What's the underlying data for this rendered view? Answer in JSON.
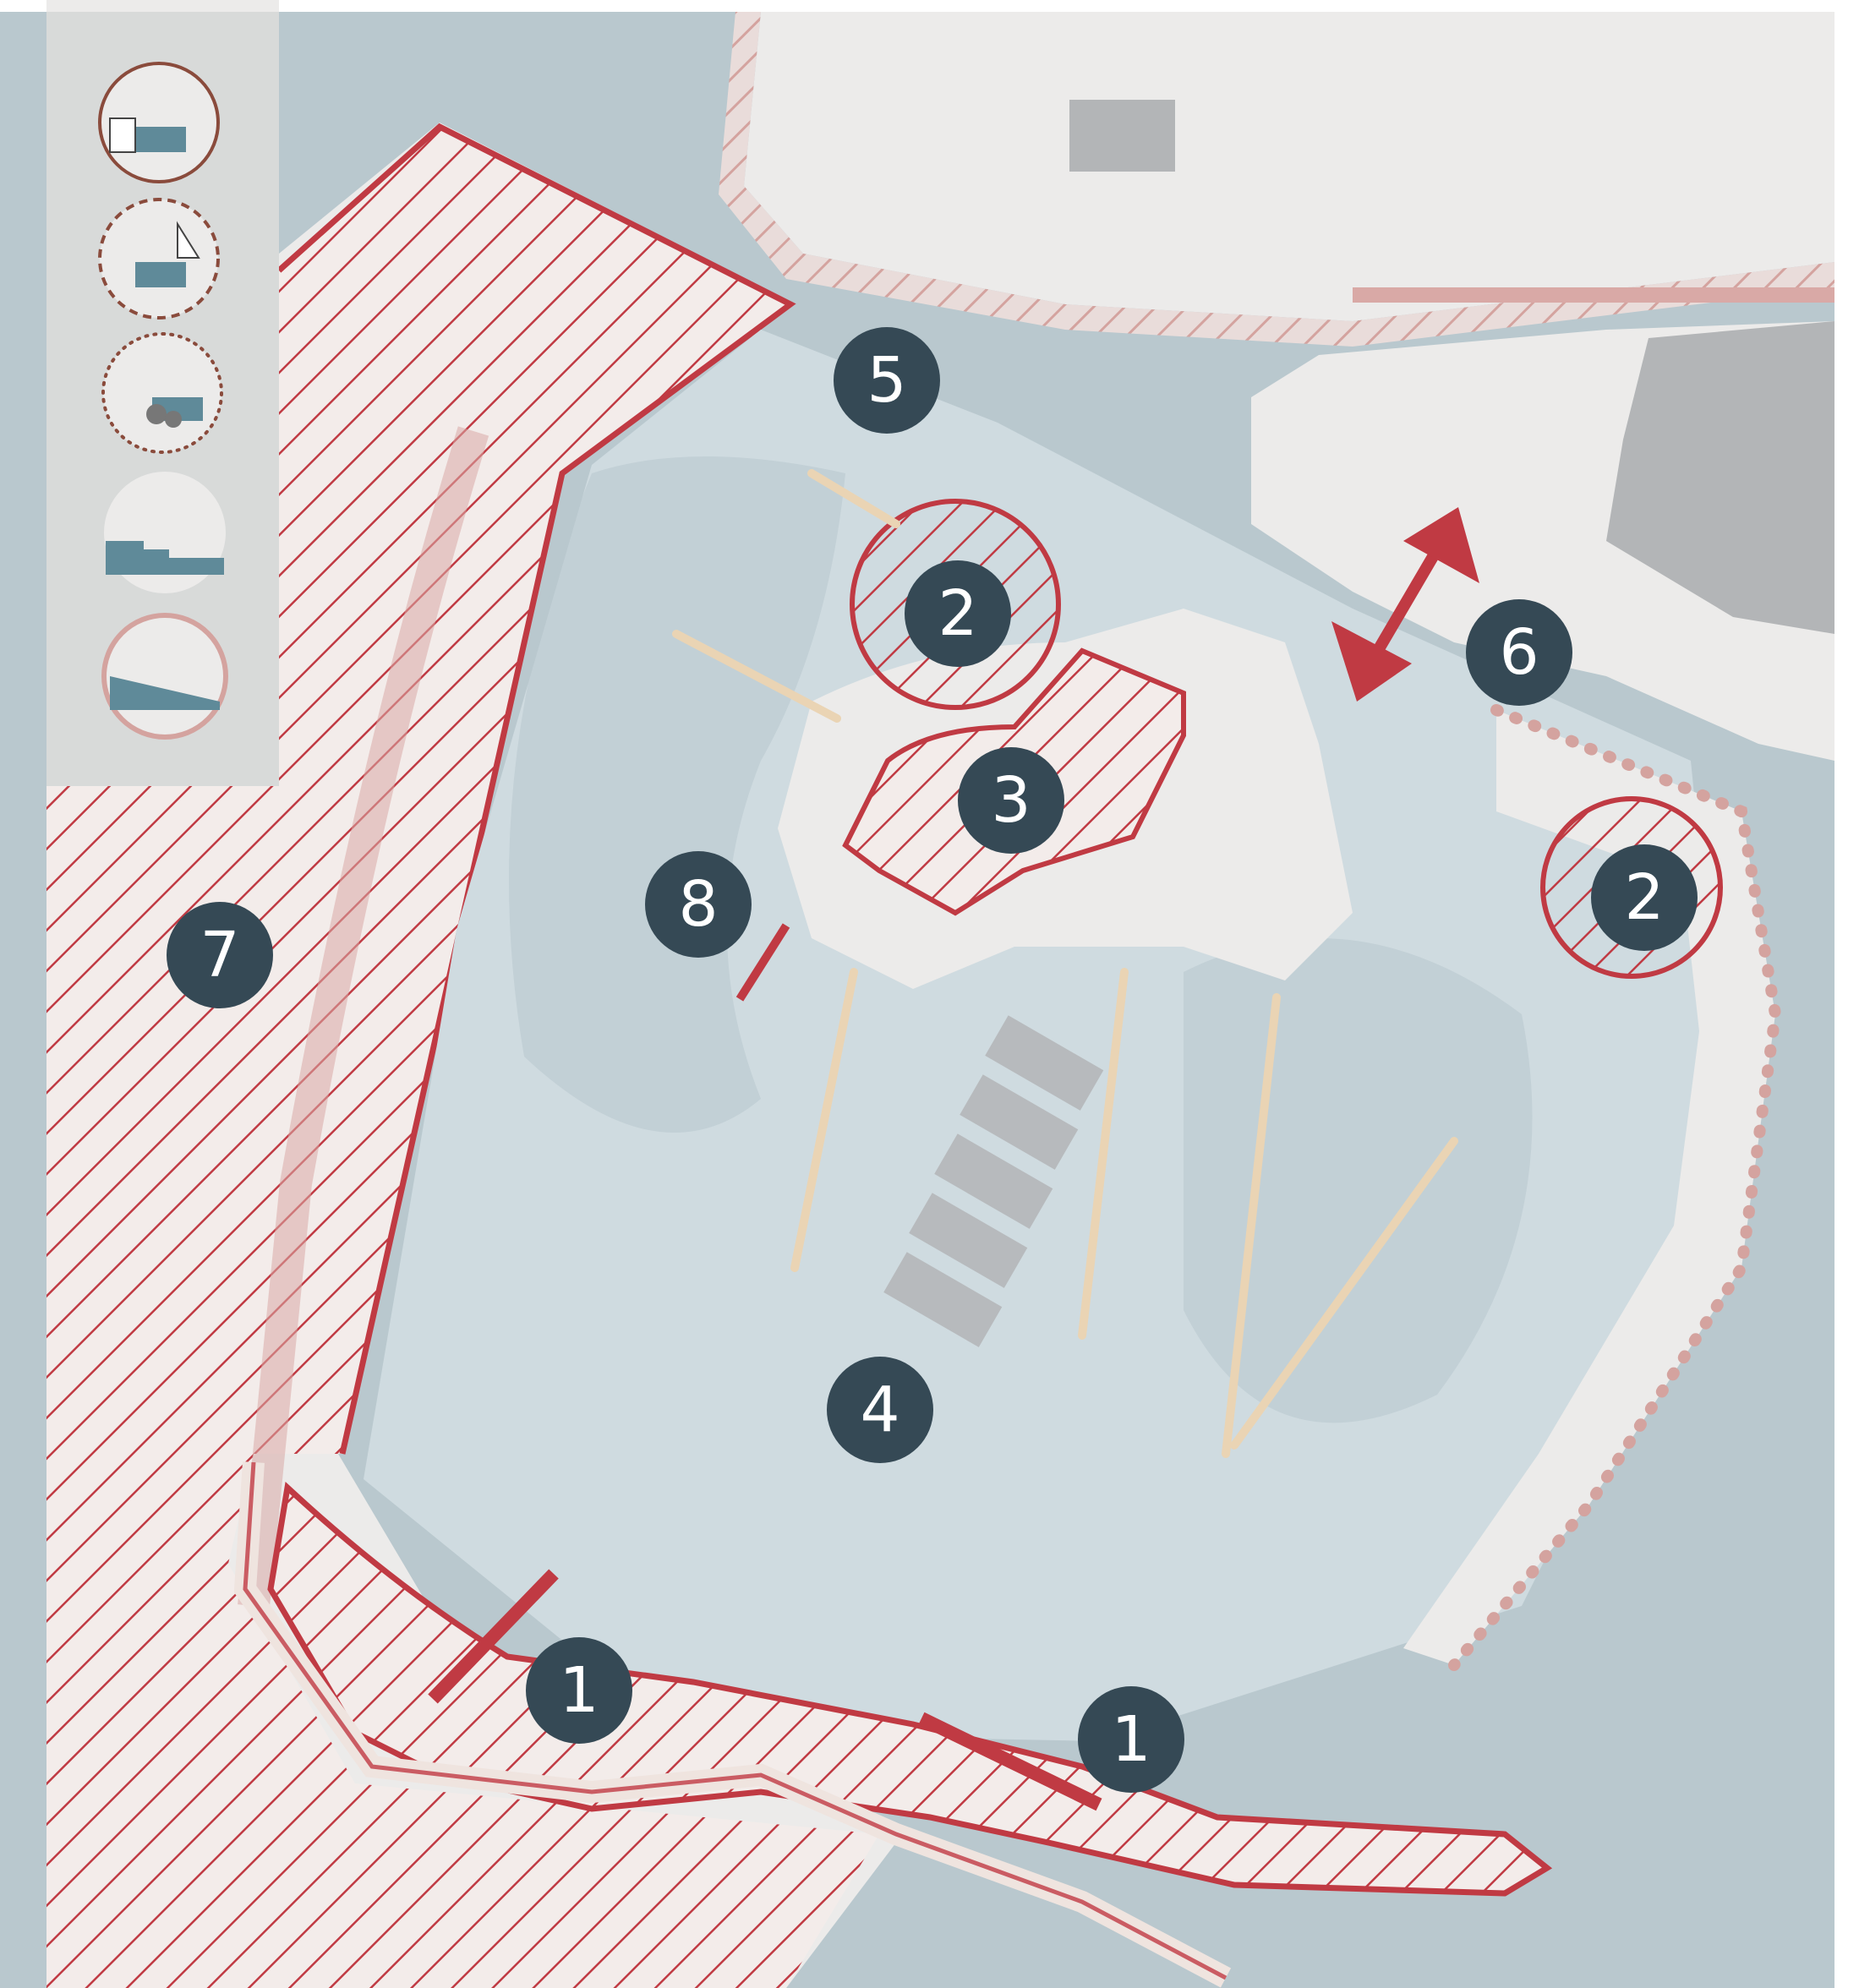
{
  "map": {
    "colors": {
      "water_deep": "#b9c8ce",
      "water_light": "#cfdbe0",
      "land": "#ecebea",
      "accent_red": "#c03a43",
      "pale_red": "#d9a9a6",
      "marker_fill": "#354955",
      "pier": "#ead4b4",
      "building": "#b3b5b7",
      "legend_bg": "#d8dad9"
    },
    "legend": {
      "items": [
        {
          "icon": "quay-boat-icon",
          "border": "solid"
        },
        {
          "icon": "sailboat-quay-icon",
          "border": "dashed"
        },
        {
          "icon": "rock-shore-icon",
          "border": "dotted"
        },
        {
          "icon": "stepped-shore-icon",
          "border": "none"
        },
        {
          "icon": "gentle-slope-shore-icon",
          "border": "pale-solid"
        }
      ]
    },
    "markers": [
      {
        "id": "marker-1a",
        "label": "1"
      },
      {
        "id": "marker-1b",
        "label": "1"
      },
      {
        "id": "marker-2a",
        "label": "2"
      },
      {
        "id": "marker-2b",
        "label": "2"
      },
      {
        "id": "marker-3",
        "label": "3"
      },
      {
        "id": "marker-4",
        "label": "4"
      },
      {
        "id": "marker-5",
        "label": "5"
      },
      {
        "id": "marker-6",
        "label": "6"
      },
      {
        "id": "marker-7",
        "label": "7"
      },
      {
        "id": "marker-8",
        "label": "8"
      }
    ]
  }
}
